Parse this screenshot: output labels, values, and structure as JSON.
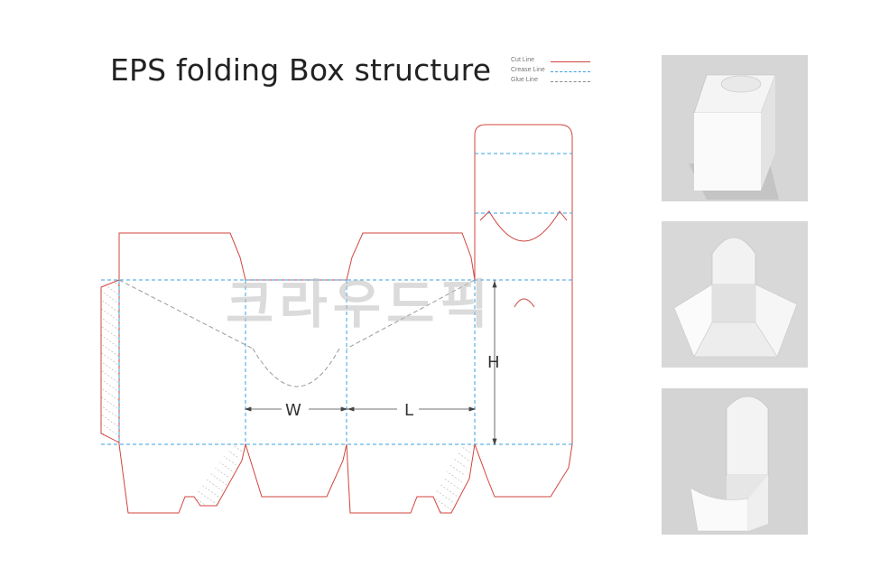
{
  "title": "EPS folding Box structure",
  "legend": [
    {
      "label": "Cut Line",
      "color": "#d0453e",
      "style": "solid"
    },
    {
      "label": "Crease Line",
      "color": "#3aa0e0",
      "style": "dashed"
    },
    {
      "label": "Glue Line",
      "color": "#888888",
      "style": "dashed"
    }
  ],
  "dimensions": {
    "width": "W",
    "length": "L",
    "height": "H"
  },
  "watermark": "크라우드픽",
  "colors": {
    "cut": "#d0453e",
    "crease": "#3aa0e0",
    "glue": "#9a9a9a"
  }
}
